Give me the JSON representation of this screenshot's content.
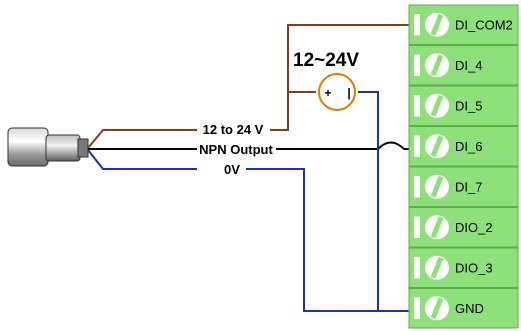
{
  "wires": {
    "supply_label": "12 to 24 V",
    "signal_label": "NPN Output",
    "ground_label": "0V"
  },
  "power_supply": {
    "label": "12~24V",
    "plus": "+",
    "minus": "|"
  },
  "terminals": [
    {
      "label": "DI_COM2"
    },
    {
      "label": "DI_4"
    },
    {
      "label": "DI_5"
    },
    {
      "label": "DI_6"
    },
    {
      "label": "DI_7"
    },
    {
      "label": "DIO_2"
    },
    {
      "label": "DIO_3"
    },
    {
      "label": "GND"
    }
  ],
  "colors": {
    "supply_wire": "#8b3a1a",
    "signal_wire": "#000000",
    "ground_wire": "#1a2fc8",
    "terminal_block": "#8ee07a",
    "supply_circle": "#e07a00"
  }
}
